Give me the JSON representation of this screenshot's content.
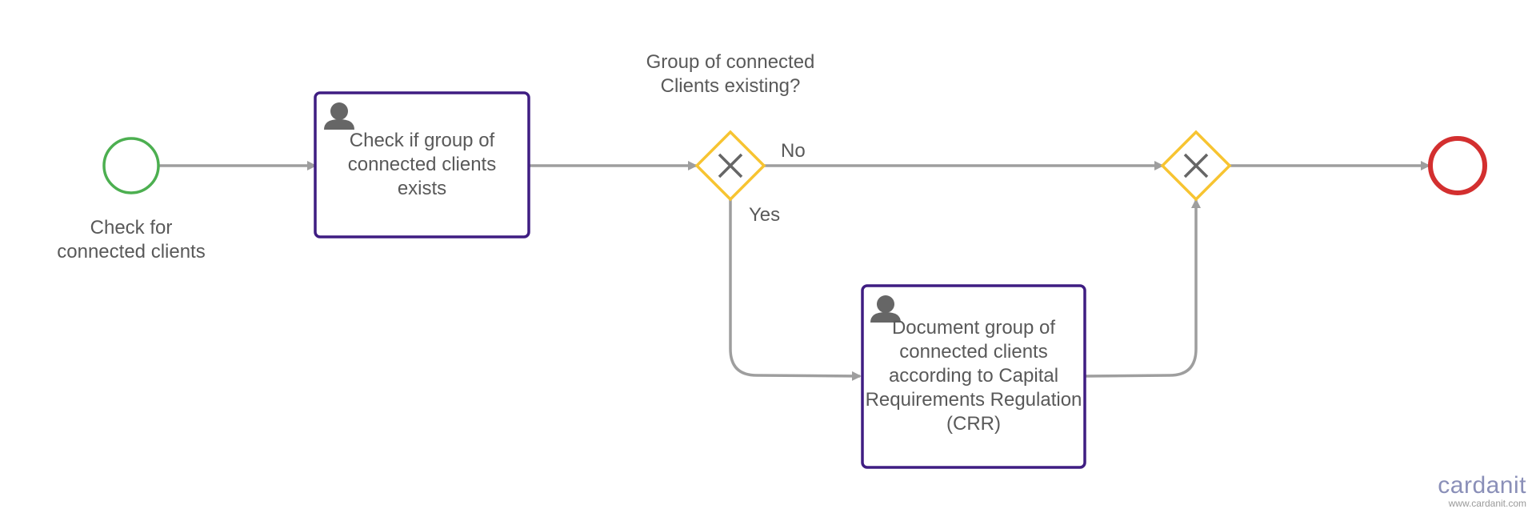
{
  "diagram": {
    "start_event": {
      "label": "Check for connected clients",
      "color": "#4caf50"
    },
    "task_check": {
      "label": "Check if group of connected clients exists",
      "icon": "user-icon",
      "border_color": "#3f1d82"
    },
    "gateway_split": {
      "label": "Group of connected Clients existing?",
      "icon": "close-icon",
      "color": "#f7c431"
    },
    "flow_no": {
      "label": "No"
    },
    "flow_yes": {
      "label": "Yes"
    },
    "task_document": {
      "label": "Document group of connected clients according to Capital Requirements Regulation (CRR)",
      "icon": "user-icon",
      "border_color": "#3f1d82"
    },
    "gateway_join": {
      "icon": "close-icon",
      "color": "#f7c431"
    },
    "end_event": {
      "color": "#d32f2f"
    },
    "flow_color": "#9e9e9e"
  },
  "watermark": {
    "brand": "cardanit",
    "url": "www.cardanit.com"
  }
}
